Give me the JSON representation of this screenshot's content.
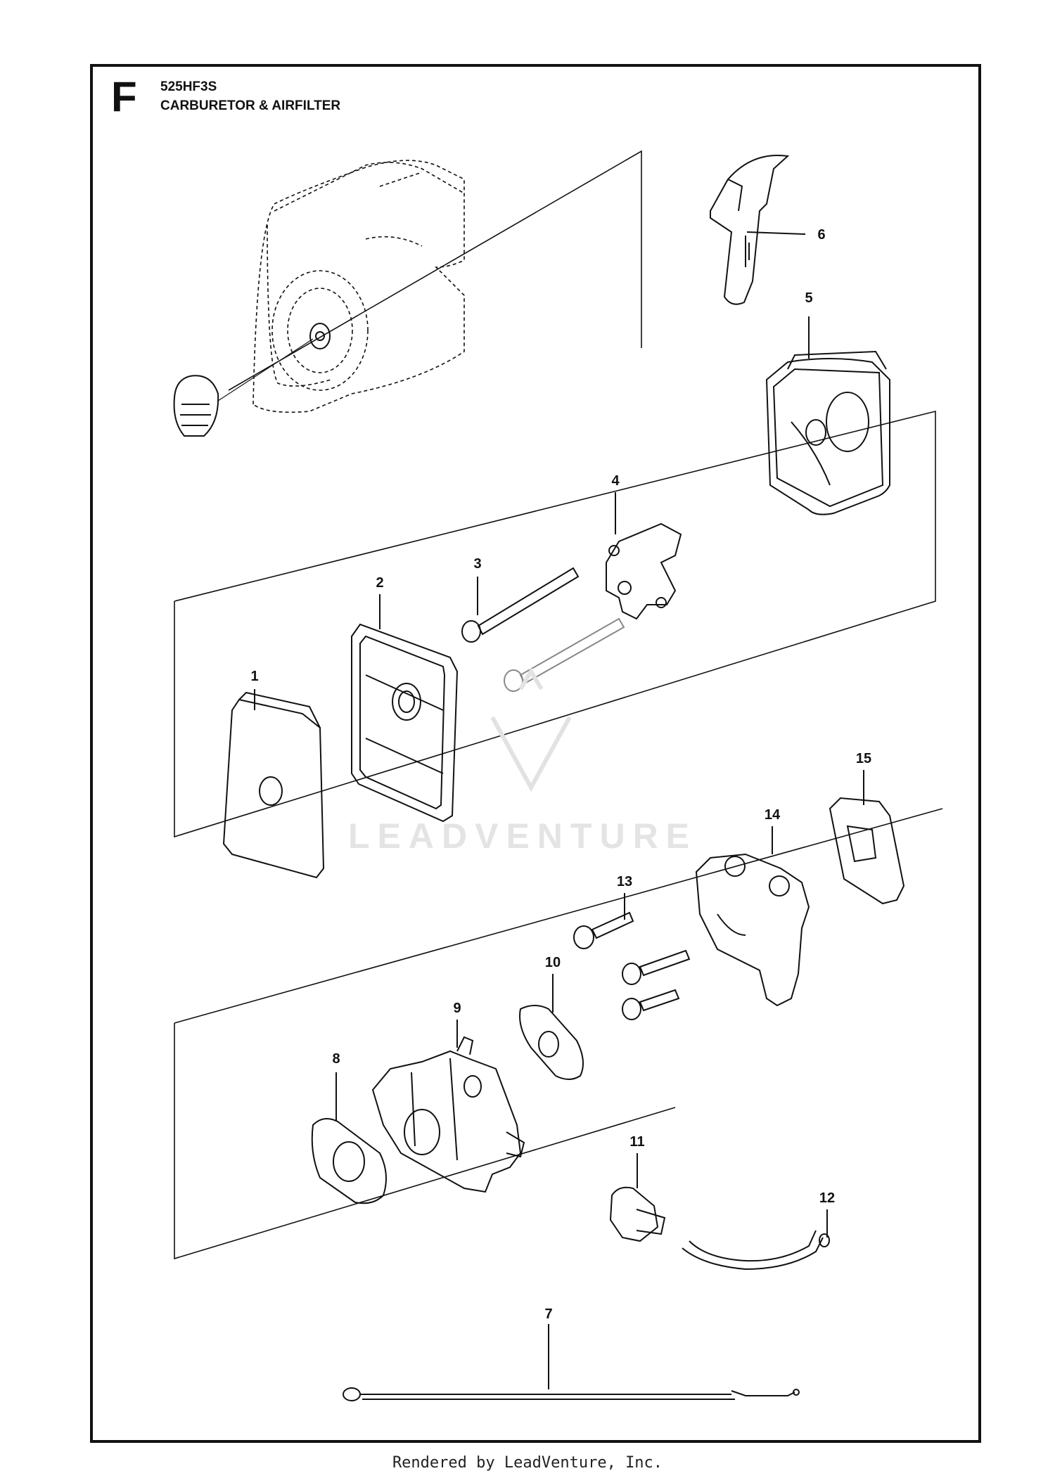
{
  "header": {
    "section_letter": "F",
    "model": "525HF3S",
    "title": "CARBURETOR & AIRFILTER"
  },
  "callouts": [
    "1",
    "2",
    "3",
    "4",
    "5",
    "6",
    "7",
    "8",
    "9",
    "10",
    "11",
    "12",
    "13",
    "14",
    "15"
  ],
  "watermark": "LEADVENTURE",
  "footer": "Rendered by LeadVenture, Inc."
}
